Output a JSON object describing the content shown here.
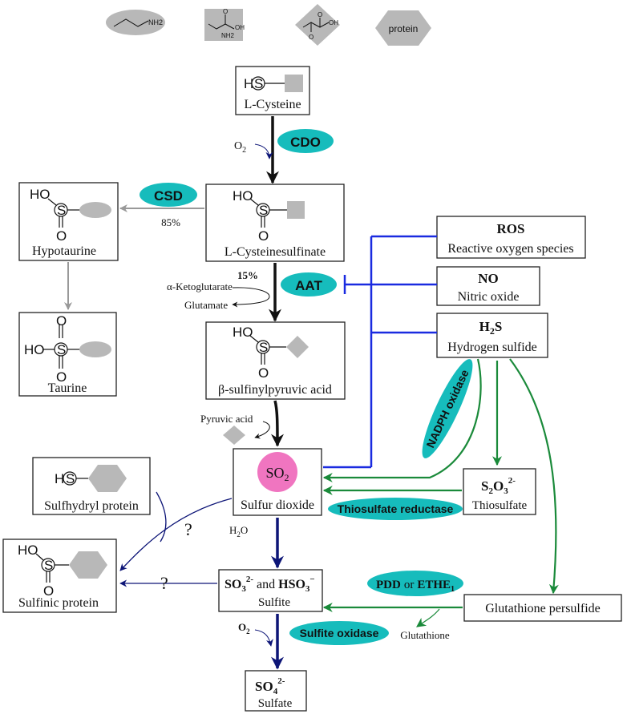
{
  "legend": {
    "amine_label": "NH2",
    "amino_acid_labels": [
      "OH",
      "O",
      "NH2"
    ],
    "keto_acid_labels": [
      "OH",
      "O",
      "O"
    ],
    "protein_label": "protein"
  },
  "atoms": {
    "H": "H",
    "S": "S",
    "O": "O",
    "HO": "HO"
  },
  "compounds": {
    "cysteine": "L-Cysteine",
    "cysteinesulfinate": "L-Cysteinesulfinate",
    "hypotaurine": "Hypotaurine",
    "taurine": "Taurine",
    "sulfinylpyruvic": "β-sulfinylpyruvic acid",
    "so2_formula": "SO",
    "so2_sub": "2",
    "so2_name": "Sulfur dioxide",
    "sulfhydryl_protein": "Sulfhydryl protein",
    "sulfinic_protein": "Sulfinic protein",
    "sulfite_formula_a": "SO",
    "sulfite_sub_a": "3",
    "sulfite_sup_a": "2-",
    "sulfite_and": "and",
    "sulfite_formula_b": "HSO",
    "sulfite_sub_b": "3",
    "sulfite_sup_b": "−",
    "sulfite_name": "Sulfite",
    "sulfate_formula": "SO",
    "sulfate_sub": "4",
    "sulfate_sup": "2-",
    "sulfate_name": "Sulfate",
    "thiosulfate_formula_a": "S",
    "thiosulfate_sub_a": "2",
    "thiosulfate_formula_b": "O",
    "thiosulfate_sub_b": "3",
    "thiosulfate_sup": "2-",
    "thiosulfate_name": "Thiosulfate",
    "glutathione_persulfide": "Glutathione persulfide"
  },
  "signals": {
    "ros_title": "ROS",
    "ros_name": "Reactive oxygen species",
    "no_title": "NO",
    "no_name": "Nitric oxide",
    "h2s_formula_a": "H",
    "h2s_sub": "2",
    "h2s_formula_b": "S",
    "h2s_name": "Hydrogen sulfide"
  },
  "enzymes": {
    "cdo": "CDO",
    "csd": "CSD",
    "aat": "AAT",
    "nadph": "NADPH oxidase",
    "thiosulfate_reductase": "Thiosulfate reductase",
    "pdd_a": "PDD",
    "pdd_or": "or",
    "pdd_b": "ETHE",
    "pdd_sub": "1",
    "sulfite_oxidase": "Sulfite oxidase"
  },
  "labels": {
    "o2_top": "O",
    "o2_top_sub": "2",
    "pct_85": "85%",
    "pct_15": "15%",
    "ketoglutarate": "α-Ketoglutarate",
    "glutamate": "Glutamate",
    "pyruvic_acid": "Pyruvic acid",
    "h2o_a": "H",
    "h2o_sub": "2",
    "h2o_b": "O",
    "o2_bottom": "O",
    "o2_bottom_sub": "2",
    "glutathione": "Glutathione",
    "question_1": "?",
    "question_2": "?"
  },
  "colors": {
    "enzyme_fill": "#16bcbc",
    "so2_fill": "#f075c0",
    "group_fill": "#b8b8b8",
    "inhibition_blue": "#1a2be0",
    "green_path": "#1a8a3a",
    "navy_path": "#0d1577",
    "gray_path": "#999999"
  }
}
